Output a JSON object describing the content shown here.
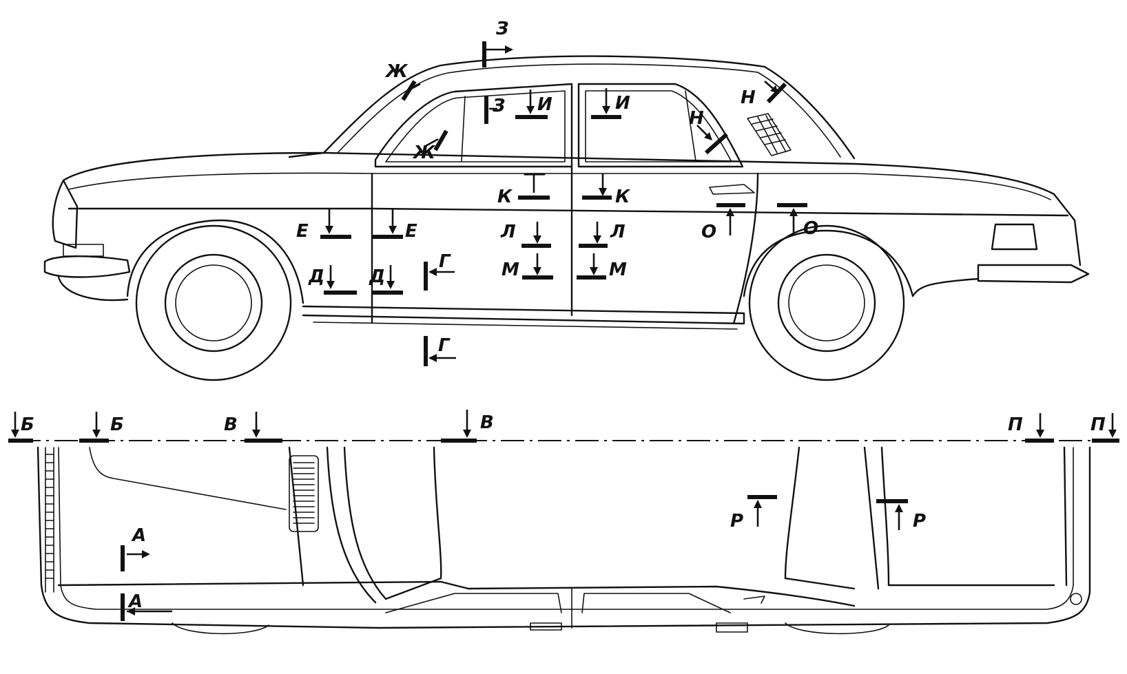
{
  "diagram": {
    "section_markers": [
      {
        "id": "zh-roof",
        "label": "Ж"
      },
      {
        "id": "z-roof",
        "label": "З"
      },
      {
        "id": "n-roof",
        "label": "Н"
      },
      {
        "id": "zh-door",
        "label": "Ж"
      },
      {
        "id": "z-door",
        "label": "З"
      },
      {
        "id": "i-front",
        "label": "И"
      },
      {
        "id": "i-rear",
        "label": "И"
      },
      {
        "id": "n-door",
        "label": "Н"
      },
      {
        "id": "k-front",
        "label": "К"
      },
      {
        "id": "k-rear",
        "label": "К"
      },
      {
        "id": "e-fender",
        "label": "Е"
      },
      {
        "id": "e-door",
        "label": "Е"
      },
      {
        "id": "l-front",
        "label": "Л"
      },
      {
        "id": "l-rear",
        "label": "Л"
      },
      {
        "id": "o-front",
        "label": "О"
      },
      {
        "id": "o-rear",
        "label": "О"
      },
      {
        "id": "d-fender",
        "label": "Д"
      },
      {
        "id": "d-door",
        "label": "Д"
      },
      {
        "id": "g-door",
        "label": "Г"
      },
      {
        "id": "m-front",
        "label": "М"
      },
      {
        "id": "m-rear",
        "label": "М"
      },
      {
        "id": "g-sill",
        "label": "Г"
      },
      {
        "id": "b-left",
        "label": "Б"
      },
      {
        "id": "b-right",
        "label": "Б"
      },
      {
        "id": "v-left",
        "label": "В"
      },
      {
        "id": "v-right",
        "label": "В"
      },
      {
        "id": "p-left",
        "label": "П"
      },
      {
        "id": "p-right",
        "label": "П"
      },
      {
        "id": "a-upper",
        "label": "А"
      },
      {
        "id": "a-lower",
        "label": "А"
      },
      {
        "id": "r-left",
        "label": "Р"
      },
      {
        "id": "r-right",
        "label": "Р"
      }
    ]
  }
}
